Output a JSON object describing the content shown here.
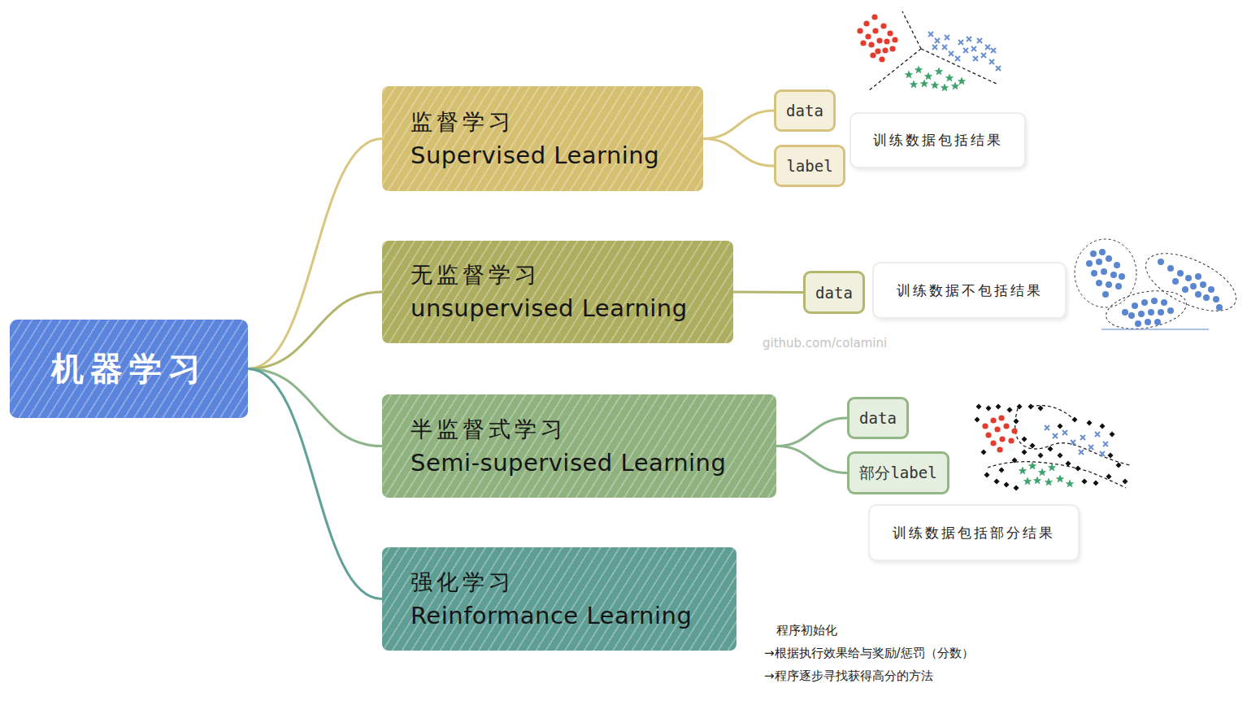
{
  "diagram": {
    "nodes": [
      {
        "text": [
          "机器学习"
        ]
      },
      {
        "text": [
          "监督学习",
          "Supervised Learning"
        ]
      },
      {
        "text": [
          "data"
        ]
      },
      {
        "text": [
          "label"
        ]
      },
      {
        "text": [
          "训练数据包括结果"
        ]
      },
      {
        "text": [
          "无监督学习",
          "unsupervised Learning"
        ]
      },
      {
        "text": [
          "data"
        ]
      },
      {
        "text": [
          "训练数据不包括结果"
        ]
      },
      {
        "text": [
          "半监督式学习",
          "Semi-supervised Learning"
        ]
      },
      {
        "text": [
          "data"
        ]
      },
      {
        "text": [
          "部分label"
        ]
      },
      {
        "text": [
          "训练数据包括部分结果"
        ]
      },
      {
        "text": [
          "强化学习",
          "Reinformance Learning"
        ]
      }
    ],
    "edges": [
      {
        "from": 0,
        "to": 1,
        "arrow": "none"
      },
      {
        "from": 0,
        "to": 5,
        "arrow": "none"
      },
      {
        "from": 0,
        "to": 8,
        "arrow": "none"
      },
      {
        "from": 0,
        "to": 12,
        "arrow": "none"
      },
      {
        "from": 1,
        "to": 2,
        "arrow": "none"
      },
      {
        "from": 1,
        "to": 3,
        "arrow": "none"
      },
      {
        "from": 5,
        "to": 6,
        "arrow": "none"
      },
      {
        "from": 8,
        "to": 9,
        "arrow": "none"
      },
      {
        "from": 8,
        "to": 10,
        "arrow": "none"
      }
    ],
    "labels": [
      "github.com/colamini",
      "程序初始化",
      "→根据执行效果给与奖励/惩罚（分数）",
      "→程序逐步寻找获得高分的方法"
    ]
  }
}
